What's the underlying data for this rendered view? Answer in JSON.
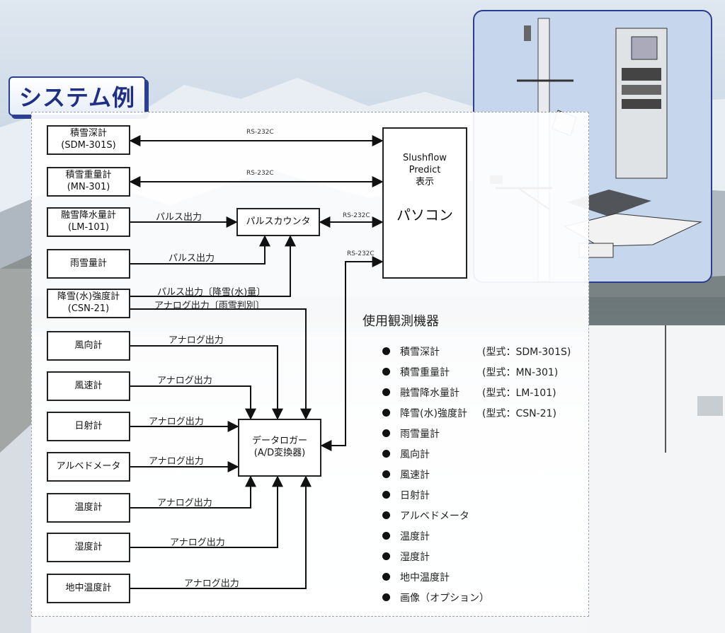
{
  "title": "システム例",
  "sensors": [
    {
      "id": "snow-depth",
      "name": "積雪深計",
      "model": "(SDM-301S)"
    },
    {
      "id": "snow-weight",
      "name": "積雪重量計",
      "model": "(MN-301)"
    },
    {
      "id": "snowmelt",
      "name": "融雪降水量計",
      "model": "(LM-101)"
    },
    {
      "id": "rain-snow",
      "name": "雨雪量計",
      "model": ""
    },
    {
      "id": "intensity",
      "name": "降雪(水)強度計",
      "model": "(CSN-21)"
    },
    {
      "id": "wind-dir",
      "name": "風向計",
      "model": ""
    },
    {
      "id": "wind-speed",
      "name": "風速計",
      "model": ""
    },
    {
      "id": "solar",
      "name": "日射計",
      "model": ""
    },
    {
      "id": "albedo",
      "name": "アルベドメータ",
      "model": ""
    },
    {
      "id": "temp",
      "name": "温度計",
      "model": ""
    },
    {
      "id": "humidity",
      "name": "湿度計",
      "model": ""
    },
    {
      "id": "ground-temp",
      "name": "地中温度計",
      "model": ""
    }
  ],
  "connections": {
    "rs232c": "RS-232C",
    "pulse": "パルス出力",
    "pulse_intensity": "パルス出力〔降雪(水)量〕",
    "analog_intensity": "アナログ出力〔雨雪判別〕",
    "analog": "アナログ出力"
  },
  "pulse_counter": "パルスカウンタ",
  "data_logger": {
    "line1": "データロガー",
    "line2": "(A/D変換器)"
  },
  "pc": {
    "line1": "Slushflow",
    "line2": "Predict",
    "line3": "表示",
    "line4": "パソコン"
  },
  "legend": {
    "title": "使用観測機器",
    "items": [
      {
        "name": "積雪深計",
        "model": "(型式：SDM-301S)"
      },
      {
        "name": "積雪重量計",
        "model": "(型式：MN-301)"
      },
      {
        "name": "融雪降水量計",
        "model": "(型式：LM-101)"
      },
      {
        "name": "降雪(水)強度計",
        "model": "(型式：CSN-21)"
      },
      {
        "name": "雨雪量計",
        "model": ""
      },
      {
        "name": "風向計",
        "model": ""
      },
      {
        "name": "風速計",
        "model": ""
      },
      {
        "name": "日射計",
        "model": ""
      },
      {
        "name": "アルベドメータ",
        "model": ""
      },
      {
        "name": "温度計",
        "model": ""
      },
      {
        "name": "湿度計",
        "model": ""
      },
      {
        "name": "地中温度計",
        "model": ""
      },
      {
        "name": "画像（オプション）",
        "model": ""
      }
    ]
  }
}
